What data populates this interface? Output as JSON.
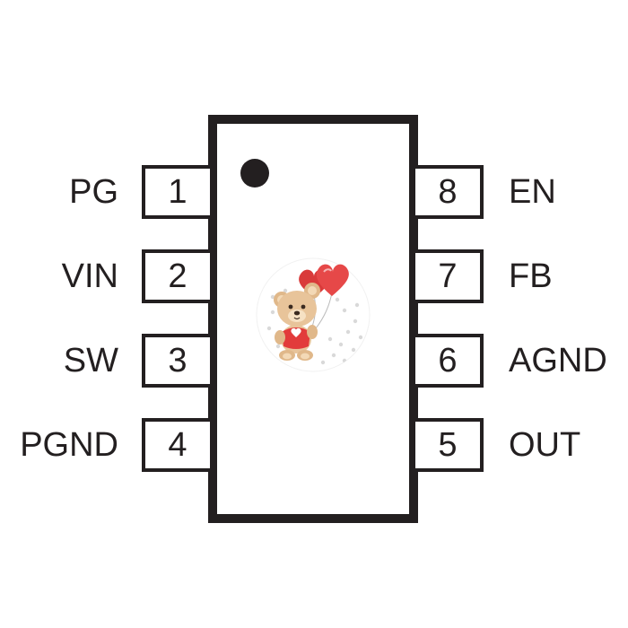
{
  "pins": {
    "left": [
      {
        "number": "1",
        "label": "PG"
      },
      {
        "number": "2",
        "label": "VIN"
      },
      {
        "number": "3",
        "label": "SW"
      },
      {
        "number": "4",
        "label": "PGND"
      }
    ],
    "right": [
      {
        "number": "8",
        "label": "EN"
      },
      {
        "number": "7",
        "label": "FB"
      },
      {
        "number": "6",
        "label": "AGND"
      },
      {
        "number": "5",
        "label": "OUT"
      }
    ]
  },
  "colors": {
    "outline": "#231f20",
    "heart": "#e0413f",
    "bear": "#e8c49a",
    "shirt": "#e23b3b"
  },
  "icons": {
    "pin1_marker": "filled-circle",
    "center_logo": "teddy-bear-with-heart-balloons-icon"
  }
}
